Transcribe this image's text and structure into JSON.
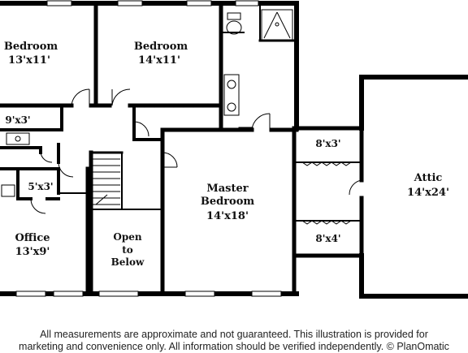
{
  "rooms": {
    "bedroom_left": {
      "name": "Bedroom",
      "size": "13'x11'"
    },
    "bedroom_center": {
      "name": "Bedroom",
      "size": "14'x11'"
    },
    "closet_hall": {
      "size": "9'x3'"
    },
    "closet_small": {
      "size": "5'x3'"
    },
    "office": {
      "name": "Office",
      "size": "13'x9'"
    },
    "open_to_below": {
      "line1": "Open",
      "line2": "to",
      "line3": "Below"
    },
    "master_bedroom": {
      "line1": "Master",
      "line2": "Bedroom",
      "size": "14'x18'"
    },
    "closet_upper": {
      "size": "8'x3'"
    },
    "closet_lower": {
      "size": "8'x4'"
    },
    "attic": {
      "name": "Attic",
      "size": "14'x24'"
    }
  },
  "footer": {
    "line1": "All measurements are approximate and not guaranteed. This illustration is provided for",
    "line2": "marketing and convenience only. All information should be verified independently. © PlanOmatic"
  },
  "colors": {
    "wall": "#000000",
    "background": "#ffffff",
    "window": "#bbbbbb"
  }
}
